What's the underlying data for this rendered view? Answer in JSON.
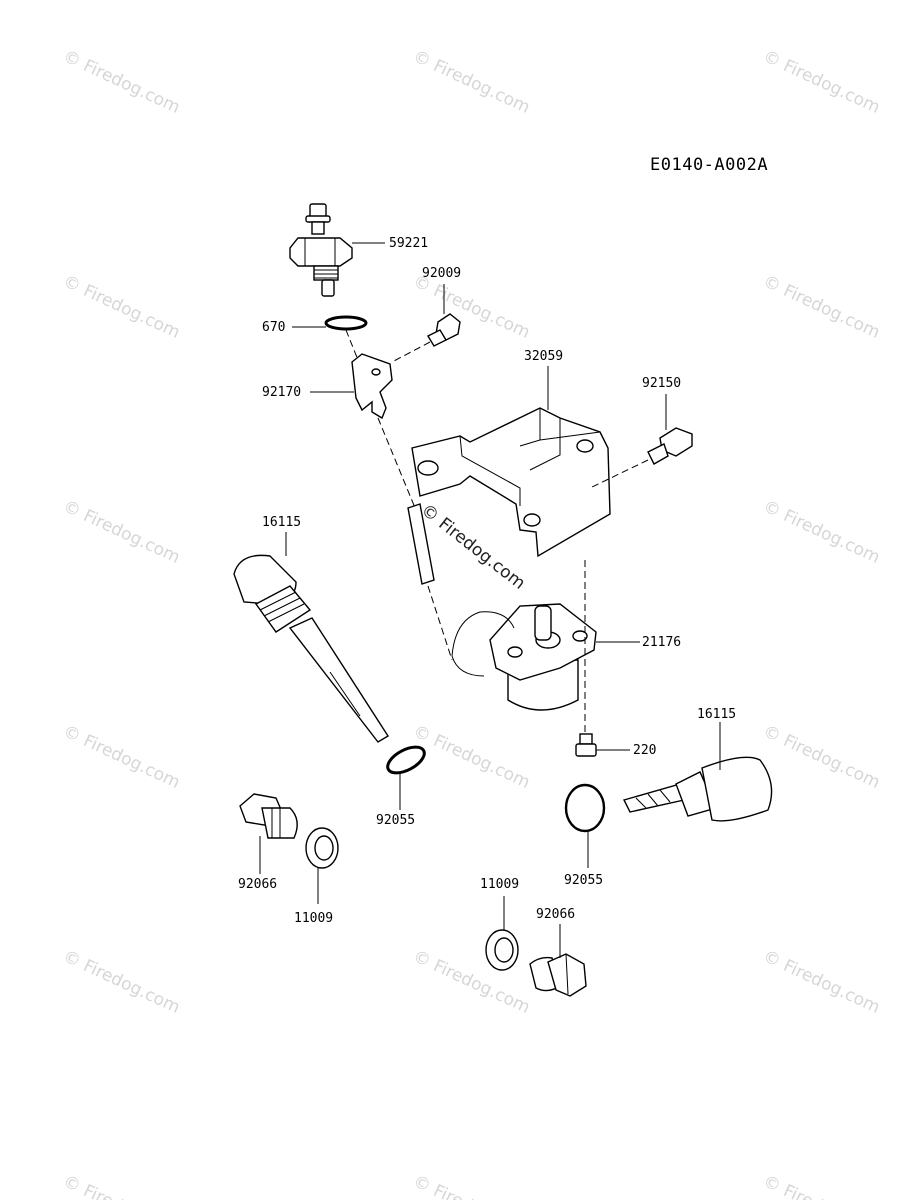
{
  "diagram_code": "E0140-A002A",
  "watermark": "© Firedog.com",
  "labels": {
    "p59221": "59221",
    "p92009": "92009",
    "p670": "670",
    "p92170": "92170",
    "p32059": "32059",
    "p92150": "92150",
    "p16115_left": "16115",
    "p21176": "21176",
    "p16115_right": "16115",
    "p220": "220",
    "p92055_left": "92055",
    "p92055_right": "92055",
    "p92066_left": "92066",
    "p11009_left": "11009",
    "p11009_right": "11009",
    "p92066_right": "92066"
  },
  "colors": {
    "line": "#000000",
    "watermark": "#d6d6d6",
    "background": "#ffffff"
  }
}
